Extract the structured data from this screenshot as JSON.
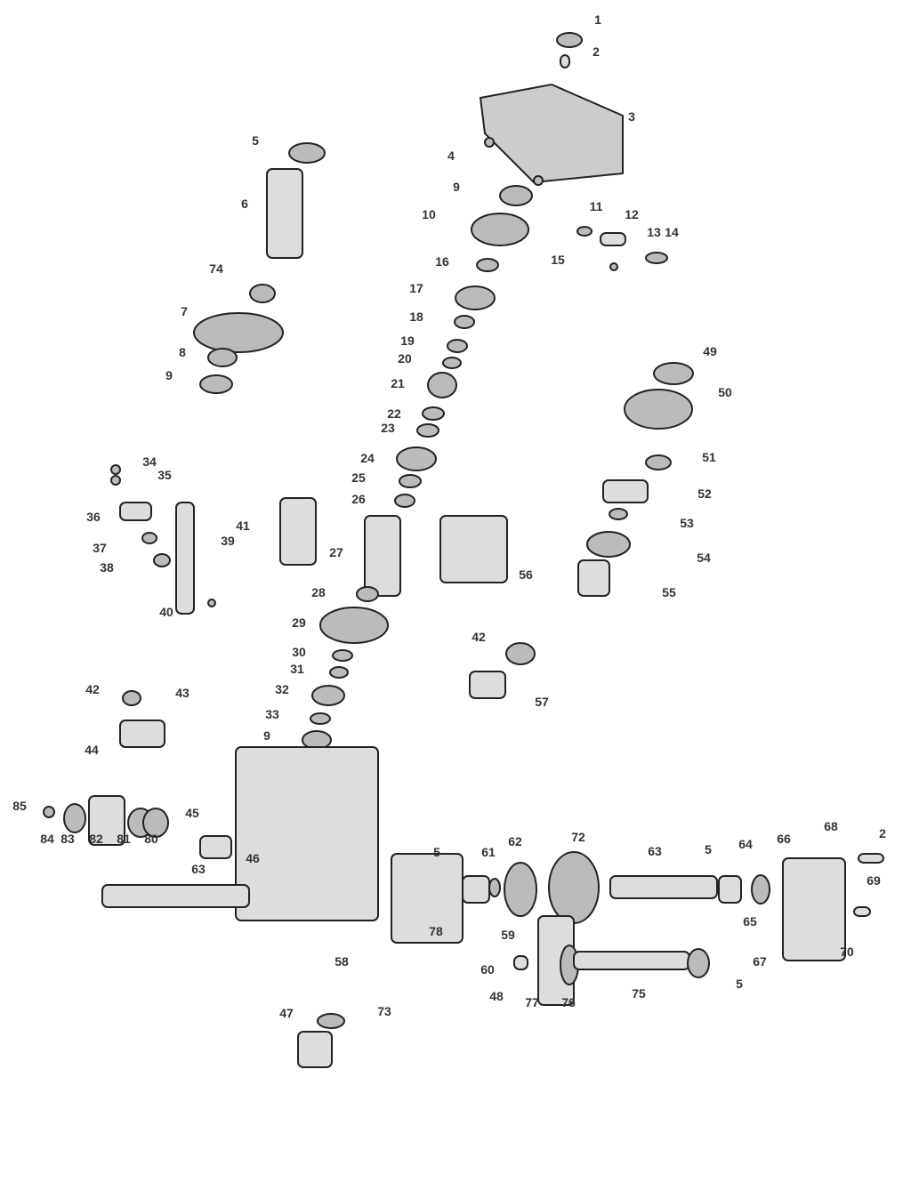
{
  "diagram": {
    "type": "exploded-parts-diagram",
    "callouts": [
      "1",
      "2",
      "3",
      "4",
      "5",
      "6",
      "74",
      "7",
      "8",
      "9",
      "9",
      "10",
      "11",
      "12",
      "13",
      "14",
      "15",
      "16",
      "17",
      "18",
      "19",
      "20",
      "21",
      "22",
      "23",
      "24",
      "25",
      "26",
      "27",
      "28",
      "29",
      "30",
      "31",
      "32",
      "33",
      "9",
      "34",
      "35",
      "36",
      "37",
      "38",
      "39",
      "40",
      "41",
      "42",
      "43",
      "44",
      "45",
      "46",
      "63",
      "85",
      "84",
      "83",
      "82",
      "81",
      "80",
      "49",
      "50",
      "51",
      "52",
      "53",
      "54",
      "55",
      "56",
      "42",
      "57",
      "58",
      "78",
      "59",
      "60",
      "5",
      "61",
      "62",
      "72",
      "63",
      "5",
      "64",
      "66",
      "68",
      "2",
      "69",
      "65",
      "67",
      "70",
      "48",
      "77",
      "76",
      "75",
      "5",
      "47",
      "73"
    ]
  }
}
